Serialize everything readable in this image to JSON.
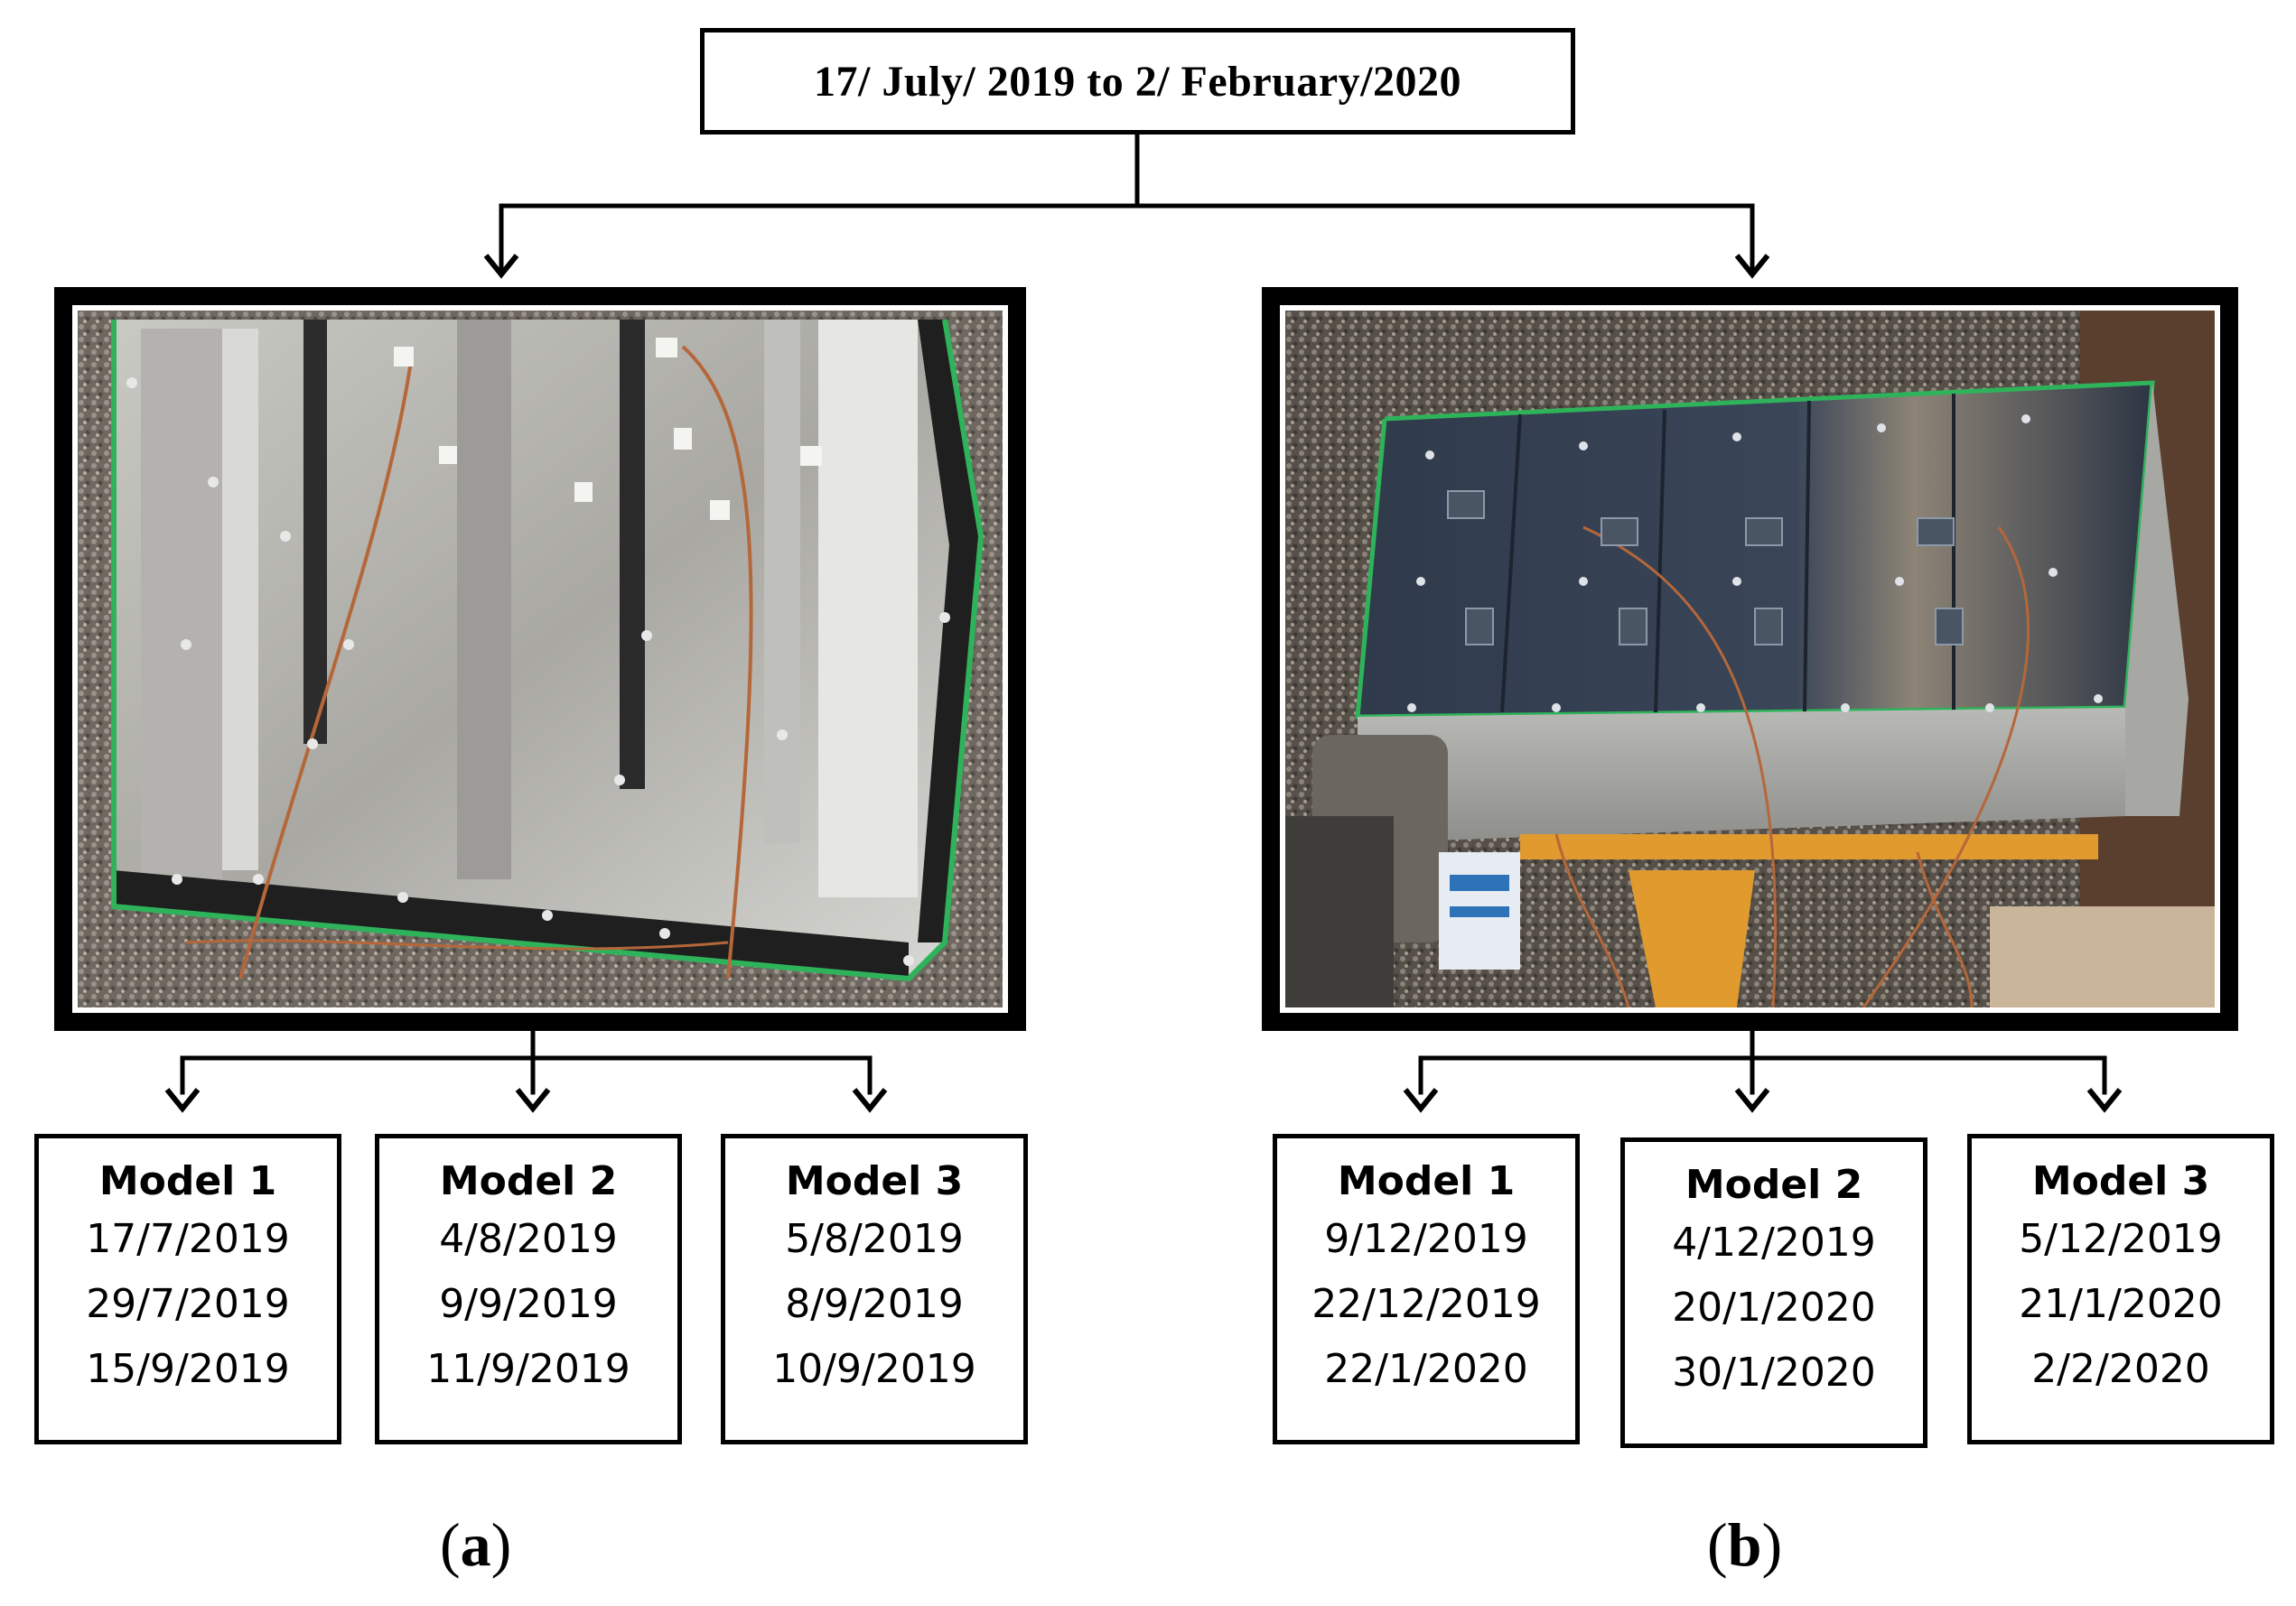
{
  "title": "17/ July/ 2019 to 2/ February/2020",
  "panels": [
    {
      "caption_open": "(",
      "caption_letter": "a",
      "caption_close": ")",
      "models": [
        {
          "name": "Model 1",
          "dates": [
            "17/7/2019",
            "29/7/2019",
            "15/9/2019"
          ]
        },
        {
          "name": "Model 2",
          "dates": [
            "4/8/2019",
            "9/9/2019",
            "11/9/2019"
          ]
        },
        {
          "name": "Model 3",
          "dates": [
            "5/8/2019",
            "8/9/2019",
            "10/9/2019"
          ]
        }
      ]
    },
    {
      "caption_open": "(",
      "caption_letter": "b",
      "caption_close": ")",
      "models": [
        {
          "name": "Model 1",
          "dates": [
            "9/12/2019",
            "22/12/2019",
            "22/1/2020"
          ]
        },
        {
          "name": "Model 2",
          "dates": [
            "4/12/2019",
            "20/1/2020",
            "30/1/2020"
          ]
        },
        {
          "name": "Model 3",
          "dates": [
            "5/12/2019",
            "21/1/2020",
            "2/2/2020"
          ]
        }
      ]
    }
  ],
  "colors": {
    "frame": "#000000",
    "gravel": "#7a736b",
    "green_edge": "#2fb35a",
    "wire": "#b5673a"
  }
}
